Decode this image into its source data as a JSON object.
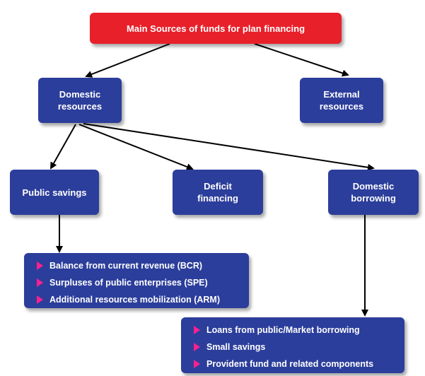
{
  "nodes": {
    "main": "Main Sources of funds for plan financing",
    "domestic": "Domestic\nresources",
    "external": "External\nresources",
    "public_savings": "Public savings",
    "deficit": "Deficit\nfinancing",
    "domestic_borrowing": "Domestic\nborrowing"
  },
  "public_savings_list": [
    "Balance from current revenue (BCR)",
    "Surpluses of public enterprises (SPE)",
    "Additional resources mobilization (ARM)"
  ],
  "borrowing_list": [
    "Loans from public/Market borrowing",
    "Small savings",
    "Provident fund and related components"
  ],
  "colors": {
    "box_blue": "#2c3e9b",
    "box_red": "#e8202a",
    "bullet_pink": "#ff1f8e",
    "arrow": "#000000"
  }
}
